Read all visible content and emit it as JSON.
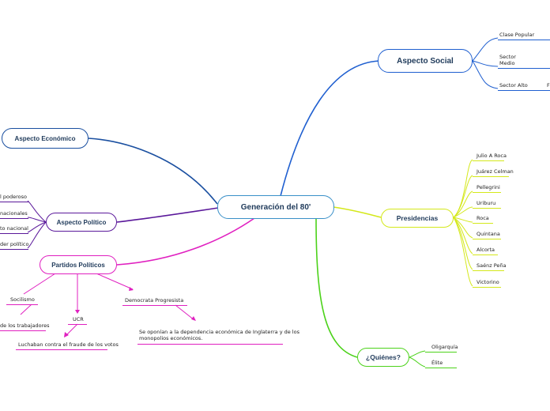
{
  "map": {
    "central": "Generación del 80'",
    "social": {
      "title": "Aspecto Social",
      "items": [
        "Clase Popular",
        "Sector\nMedio",
        "Sector Alto"
      ],
      "cut_item": "F"
    },
    "economico": {
      "title": "Aspecto Económico"
    },
    "politico": {
      "title": "Aspecto Político",
      "items": [
        "l poderoso",
        "nacionales",
        "to nacional",
        "der político"
      ]
    },
    "partidos": {
      "title": "Partidos Políticos",
      "socialismo": "Socilismo",
      "socialismo_child": "de los trabajadores",
      "ucr": "UCR",
      "ucr_child": "Luchaban contra el fraude de los votos",
      "democrata": "Democrata Progresista",
      "democrata_child": "Se oponían a la dependencia económica de Inglaterra y de los\nmonopolios económicos."
    },
    "presidencias": {
      "title": "Presidencias",
      "items": [
        "Julio A Roca",
        "Juárez Celman",
        "Pellegrini",
        "Uriburu",
        "Roca",
        "Quintana",
        "Alcorta",
        "Saénz Peña",
        "Victorino"
      ]
    },
    "quienes": {
      "title": "¿Quiénes?",
      "items": [
        "Oligarquía",
        "Élite"
      ]
    }
  },
  "colors": {
    "social": "#1f5fd0",
    "economico": "#1a4fa0",
    "politico": "#5a189a",
    "partidos": "#e020c0",
    "presidencias": "#d4e81a",
    "quienes": "#4cd21a",
    "central": "#3a90c8"
  }
}
